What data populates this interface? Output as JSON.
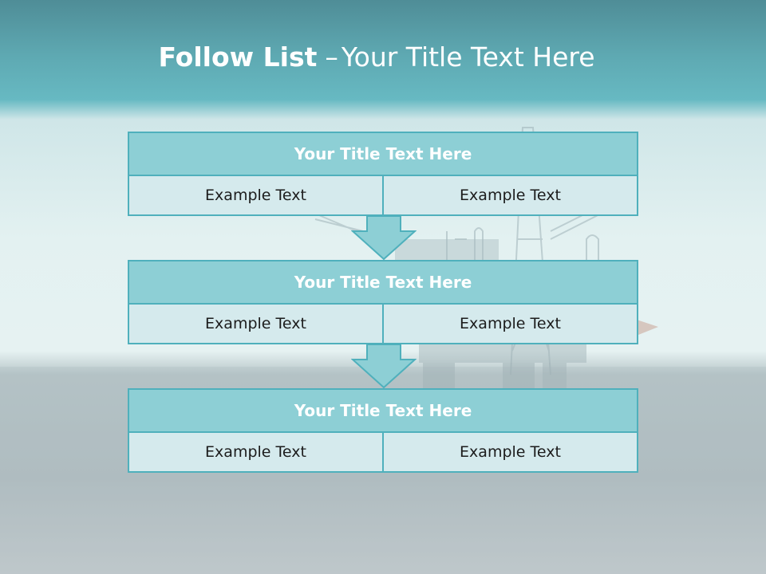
{
  "title": {
    "bold": "Follow List",
    "separator": "–",
    "rest": "Your Title Text Here"
  },
  "blocks": [
    {
      "header": "Your Title Text Here",
      "left": "Example Text",
      "right": "Example Text"
    },
    {
      "header": "Your Title Text Here",
      "left": "Example Text",
      "right": "Example Text"
    },
    {
      "header": "Your Title Text Here",
      "left": "Example Text",
      "right": "Example Text"
    }
  ],
  "colors": {
    "header_fill": "#8dcfd5",
    "cell_fill": "#d5eaed",
    "border": "#4fb0bc",
    "title_text": "#ffffff"
  }
}
